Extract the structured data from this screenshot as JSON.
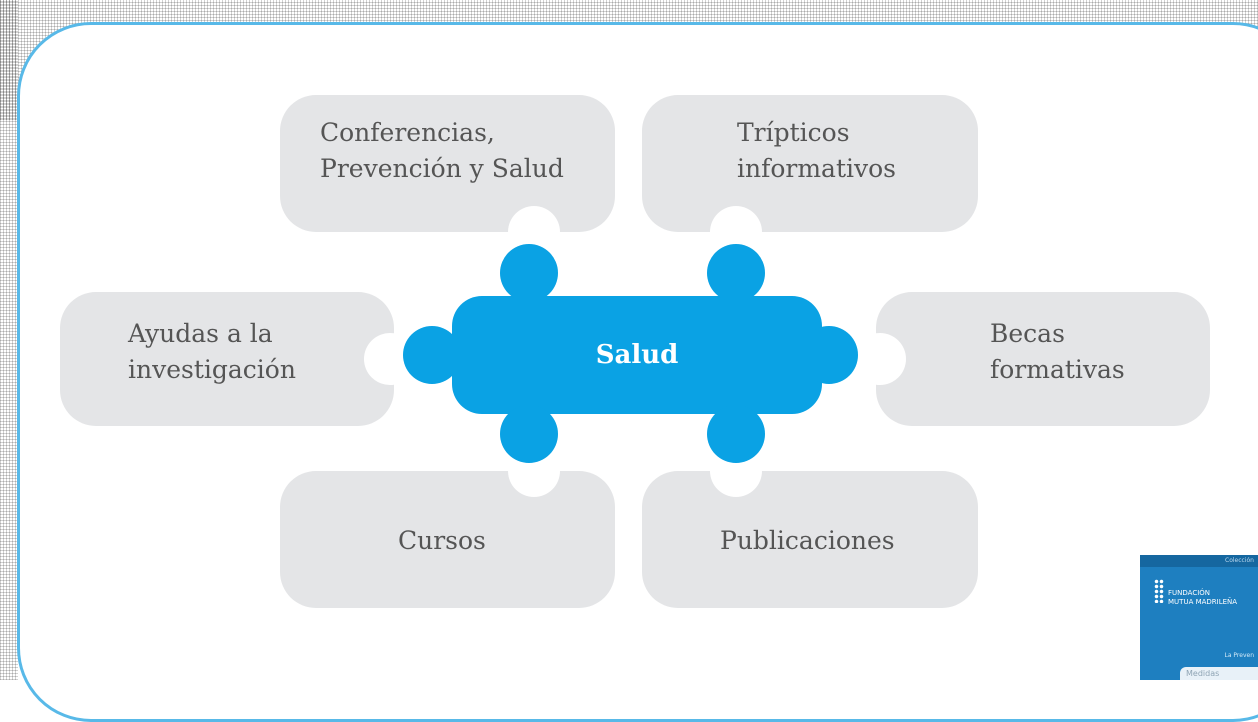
{
  "diagram": {
    "center_label": "Salud",
    "items": [
      {
        "label": "Conferencias,\nPrevención y Salud"
      },
      {
        "label": "Trípticos\ninformativos"
      },
      {
        "label": "Ayudas a la\ninvestigación"
      },
      {
        "label": "Becas\nformativas"
      },
      {
        "label": "Cursos"
      },
      {
        "label": "Publicaciones"
      }
    ],
    "colors": {
      "center": "#0aa2e4",
      "panel": "#e4e5e7",
      "frame": "#58b9e8",
      "text": "#555555"
    }
  },
  "thumbnail": {
    "top_text": "Colección",
    "org_name": "FUNDACIÓN\nMUTUA MADRILEÑA",
    "subtitle": "La Preven",
    "bottom_text": "Medidas"
  }
}
